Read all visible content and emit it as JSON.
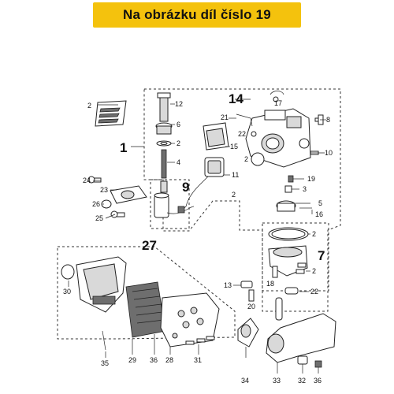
{
  "banner": {
    "text": "Na obrázku díl číslo 19",
    "color": "#f4c20d"
  },
  "callouts": {
    "c1": "1",
    "c2": "2",
    "c3": "3",
    "c4": "4",
    "c5": "5",
    "c6": "6",
    "c7": "7",
    "c8": "8",
    "c9": "9",
    "c10": "10",
    "c11": "11",
    "c12": "12",
    "c13": "13",
    "c14": "14",
    "c15": "15",
    "c16": "16",
    "c17": "17",
    "c18": "18",
    "c19": "19",
    "c20": "20",
    "c21": "21",
    "c22": "22",
    "c23": "23",
    "c24": "24",
    "c25": "25",
    "c26": "26",
    "c27": "27",
    "c28": "28",
    "c29": "29",
    "c30": "30",
    "c31": "31",
    "c32": "32",
    "c33": "33",
    "c34": "34",
    "c35": "35",
    "c36": "36"
  }
}
